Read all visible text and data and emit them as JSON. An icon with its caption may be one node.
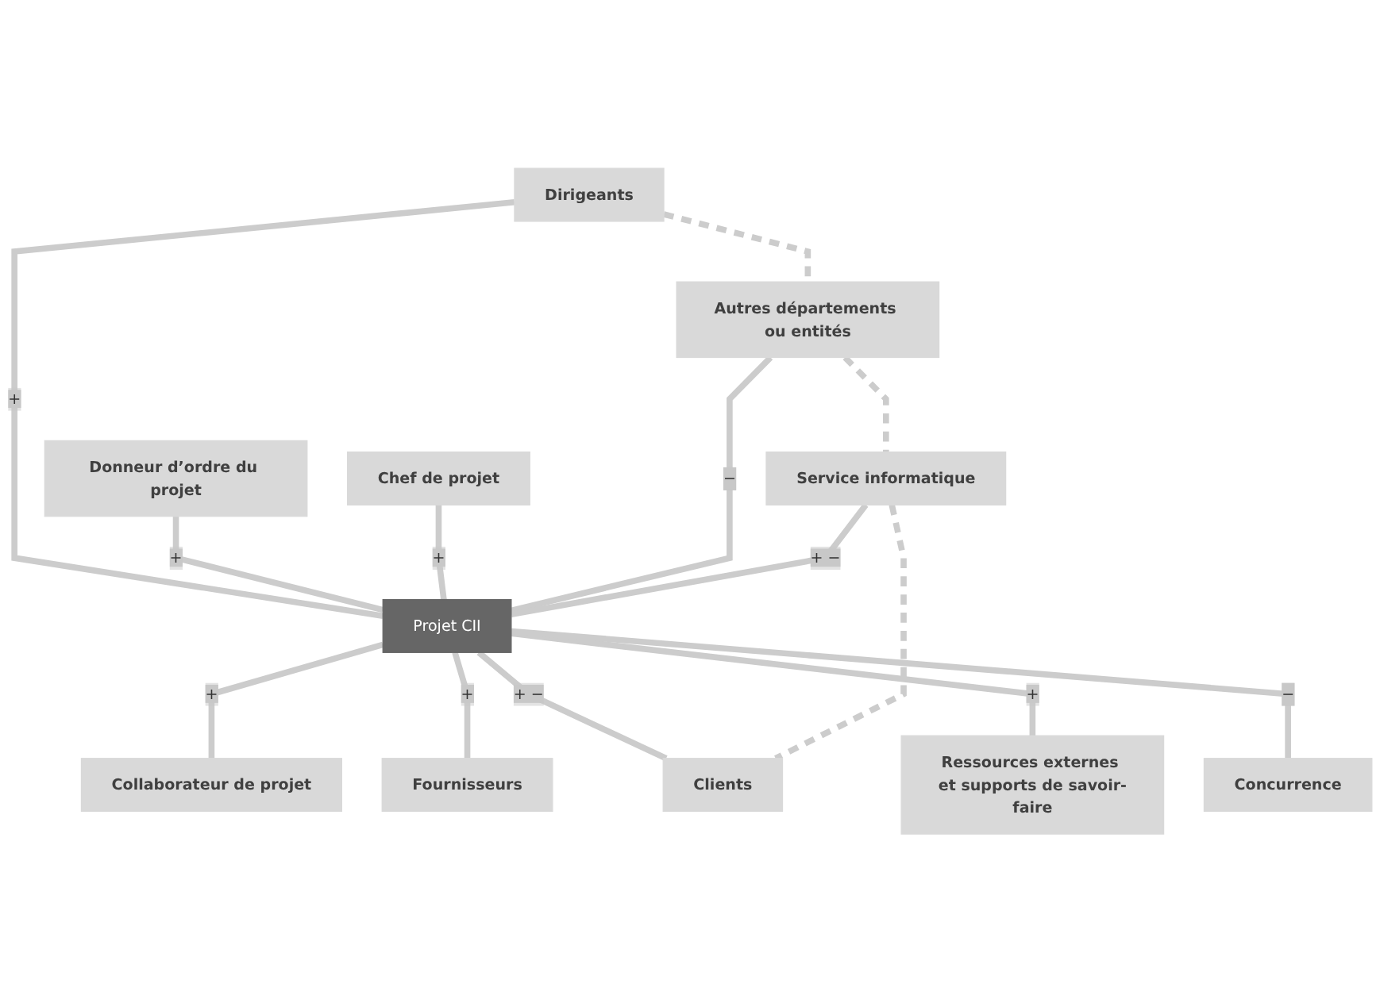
{
  "diagram": {
    "nodes": [
      {
        "text": [
          "Dirigeants"
        ]
      },
      {
        "text": [
          "Donneur d’ordre du projet"
        ]
      },
      {
        "text": [
          "Chef de projet"
        ]
      },
      {
        "text": [
          "Autres départements ou entités"
        ]
      },
      {
        "text": [
          "Collaborateur de projet"
        ]
      },
      {
        "text": [
          "Projet CII"
        ]
      },
      {
        "text": [
          "Service informatique"
        ]
      },
      {
        "text": [
          "Fournisseurs"
        ]
      },
      {
        "text": [
          "Clients"
        ]
      },
      {
        "text": [
          "Ressources externes et supports de savoir-faire"
        ]
      },
      {
        "text": [
          "Concurrence"
        ]
      }
    ],
    "edges": [
      {
        "from": 0,
        "to": 5,
        "arrow": "none",
        "label": "+"
      },
      {
        "from": 1,
        "to": 5,
        "arrow": "none",
        "label": "+"
      },
      {
        "from": 2,
        "to": 5,
        "arrow": "none",
        "label": "+"
      },
      {
        "from": 3,
        "to": 5,
        "arrow": "none",
        "label": "−"
      },
      {
        "from": 5,
        "to": 4,
        "arrow": "none",
        "label": "+"
      },
      {
        "from": 6,
        "to": 5,
        "arrow": "none",
        "label": "+ −"
      },
      {
        "from": 5,
        "to": 7,
        "arrow": "none",
        "label": "+"
      },
      {
        "from": 5,
        "to": 8,
        "arrow": "none",
        "label": "+ −"
      },
      {
        "from": 5,
        "to": 9,
        "arrow": "none",
        "label": "+"
      },
      {
        "from": 5,
        "to": 10,
        "arrow": "none",
        "label": "−"
      },
      {
        "from": 0,
        "to": 3,
        "arrow": "none",
        "style": "dashed"
      },
      {
        "from": 3,
        "to": 6,
        "arrow": "none",
        "style": "dashed"
      },
      {
        "from": 6,
        "to": 8,
        "arrow": "none",
        "style": "dashed"
      }
    ]
  }
}
